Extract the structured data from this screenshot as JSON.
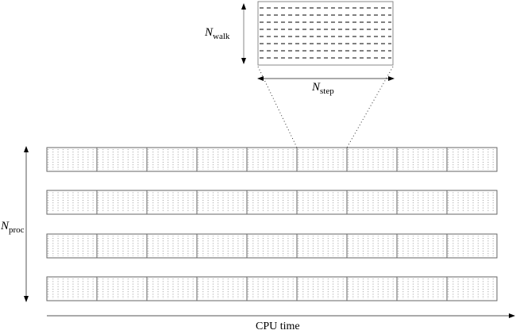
{
  "labels": {
    "n_walk": {
      "symbol": "N",
      "subscript": "walk"
    },
    "n_step": {
      "symbol": "N",
      "subscript": "step"
    },
    "n_proc": {
      "symbol": "N",
      "subscript": "proc"
    },
    "x_axis": "CPU time"
  },
  "grid": {
    "processors": 4,
    "blocks_per_processor": 9,
    "zoomed_block_index": 5,
    "walkers_in_zoom": 8
  }
}
